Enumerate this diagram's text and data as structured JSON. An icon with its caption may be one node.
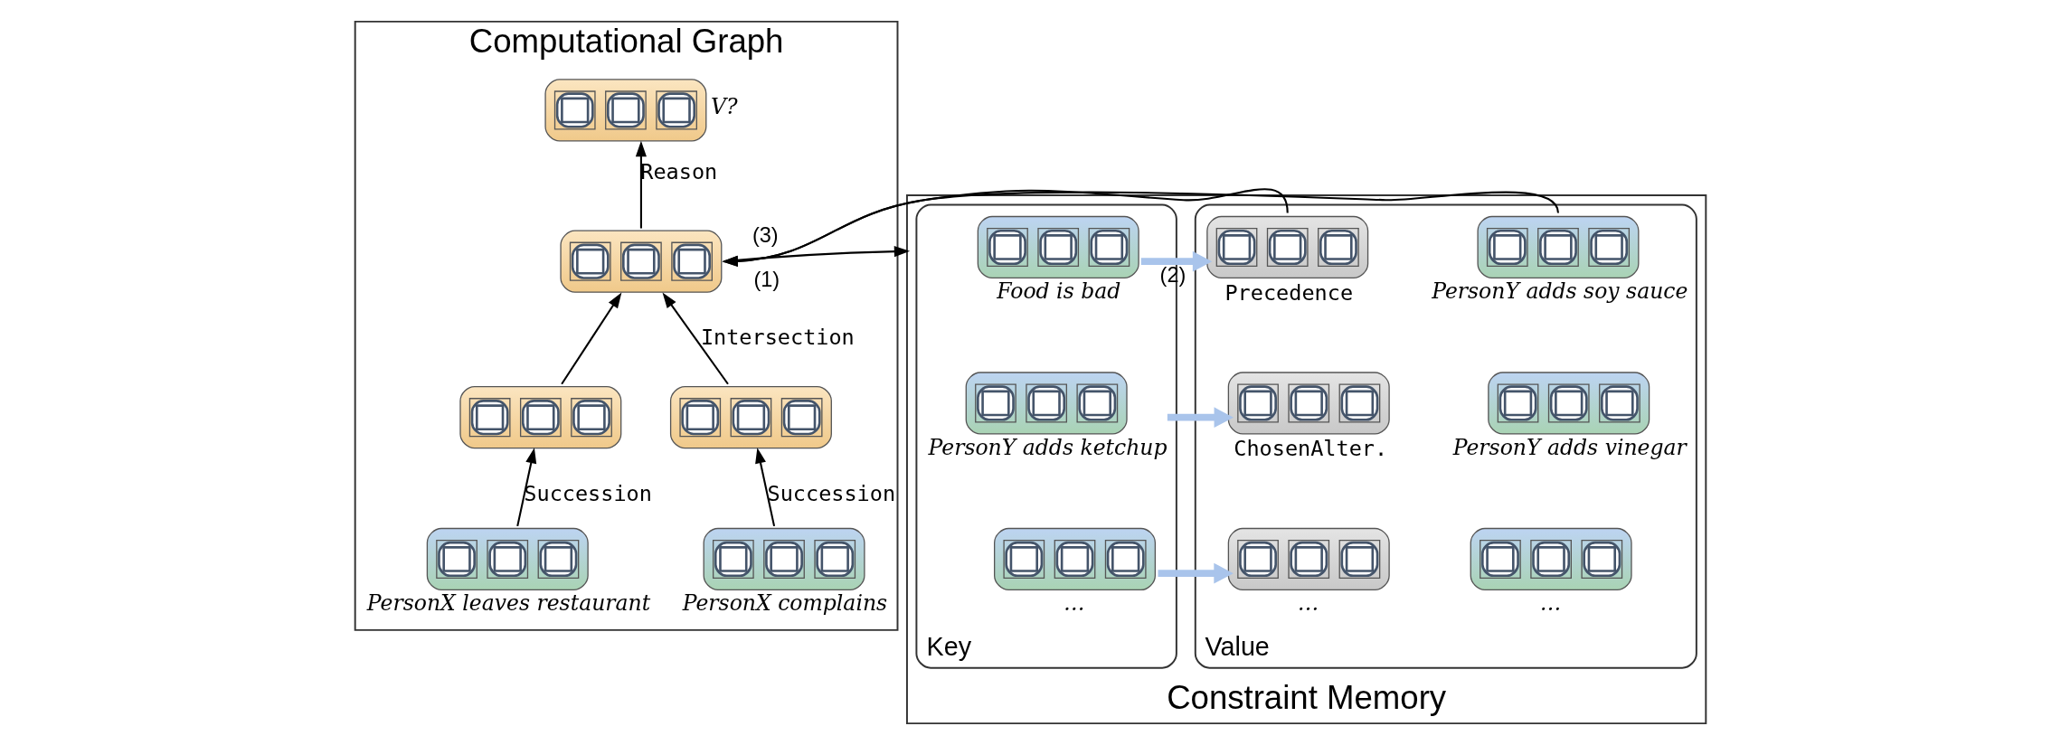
{
  "diagram": {
    "nodes": [
      {
        "text": [
          "Computational Graph"
        ]
      },
      {
        "text": [],
        "shape": "box",
        "in": 0,
        "beside": [
          "V?"
        ]
      },
      {
        "text": [],
        "shape": "box",
        "in": 0
      },
      {
        "text": [],
        "shape": "box",
        "in": 0
      },
      {
        "text": [],
        "shape": "box",
        "in": 0
      },
      {
        "text": [
          "PersonX complains"
        ],
        "in": 0
      },
      {
        "text": [
          "PersonX leaves restaurant"
        ],
        "in": 0
      },
      {
        "text": [
          "Constraint Memory"
        ]
      },
      {
        "text": [
          "Key"
        ],
        "in": 7
      },
      {
        "text": [
          "Value"
        ],
        "in": 7
      },
      {
        "text": [
          "Food is bad"
        ],
        "in": 8
      },
      {
        "text": [
          "PersonY adds ketchup"
        ],
        "in": 8
      },
      {
        "text": [],
        "shape": "box",
        "in": 8,
        "beside": [
          "…"
        ]
      },
      {
        "text": [
          "Precedence"
        ],
        "in": 9
      },
      {
        "text": [
          "ChosenAlter."
        ],
        "in": 9
      },
      {
        "text": [],
        "shape": "box",
        "in": 9,
        "beside": [
          "…"
        ]
      },
      {
        "text": [
          "PersonY adds soy sauce"
        ],
        "in": 9
      },
      {
        "text": [
          "PersonY adds vinegar"
        ],
        "in": 9
      },
      {
        "text": [],
        "shape": "box",
        "in": 9,
        "beside": [
          "…"
        ]
      }
    ],
    "edges": [
      {
        "from": 2,
        "to": 1,
        "arrow": "to",
        "label": "Reason"
      },
      {
        "from": 3,
        "to": 2,
        "arrow": "to",
        "label": "Intersection"
      },
      {
        "from": 4,
        "to": 2,
        "arrow": "to"
      },
      {
        "from": 5,
        "to": 3,
        "arrow": "to",
        "label": "Succession"
      },
      {
        "from": 6,
        "to": 4,
        "arrow": "to",
        "label": "Succession"
      },
      {
        "from": 2,
        "to": 7,
        "arrow": "to",
        "label": "(1)"
      },
      {
        "from": 13,
        "to": 2,
        "arrow": "to",
        "label": "(3)"
      },
      {
        "from": 16,
        "to": 2,
        "arrow": "to"
      },
      {
        "from": 10,
        "to": 13,
        "arrow": "to",
        "label": "(2)",
        "style": "thick",
        "color": "#a9c4eb"
      },
      {
        "from": 11,
        "to": 14,
        "arrow": "to",
        "style": "thick",
        "color": "#a9c4eb"
      },
      {
        "from": 12,
        "to": 15,
        "arrow": "to",
        "style": "thick",
        "color": "#a9c4eb"
      }
    ]
  }
}
